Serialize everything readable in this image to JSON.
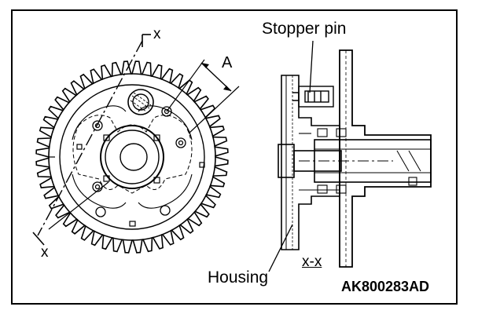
{
  "labels": {
    "stopper_pin": "Stopper pin",
    "dimension_a": "A",
    "section_x_top": "x",
    "section_x_bottom": "x",
    "section_view": "x-x",
    "housing": "Housing",
    "figure_code": "AK800283AD"
  }
}
